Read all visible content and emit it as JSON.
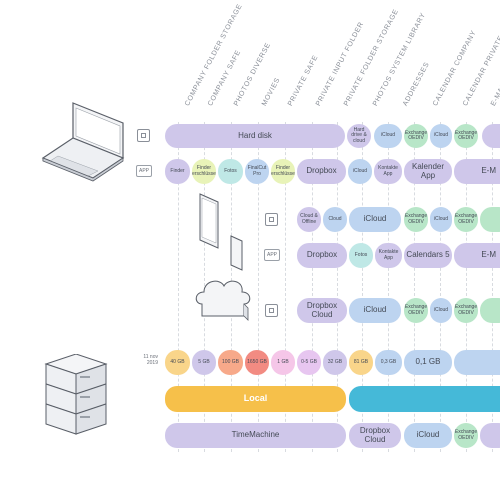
{
  "headers": [
    "COMPANY FOLDER STORAGE",
    "COMPANY SAFE",
    "PHOTOS DIVERSE",
    "MOVIES",
    "PRIVATE SAFE",
    "PRIVATE INPUT FOLDER",
    "PRIVATE FOLDER STORAGE",
    "PHOTOS SYSTEM LIBRARY",
    "ADDRESSES",
    "CALENDAR COMPANY",
    "CALENDAR PRIVATE",
    "E-MAIL bu"
  ],
  "tags": {
    "app": "APP"
  },
  "date": "11 nov\n2019",
  "row_laptop_hw": {
    "hard_disk": "Hard disk",
    "hard_drive_cloud": "Hard drive & cloud",
    "icloud": "iCloud",
    "exchange_oediv_1": "Exchange OEDIV",
    "icloud_2": "iCloud",
    "exchange_oediv_2": "Exchange OEDIV"
  },
  "row_laptop_app": {
    "finder": "Finder",
    "finder_locked": "Finder verschlüsselt",
    "fotos": "Fotos",
    "finalcut": "FinalCut Pro",
    "finder_locked_2": "Finder verschlüsselt",
    "dropbox": "Dropbox",
    "icloud": "iCloud",
    "kontakte": "Kontakte App",
    "kalender": "Kalender App",
    "email": "E-M"
  },
  "row_phone_hw": {
    "cloud_offline": "Cloud & Offline",
    "cloud": "Cloud",
    "icloud": "iCloud",
    "exchange_1": "Exchange OEDIV",
    "icloud_2": "iCloud",
    "exchange_2": "Exchange OEDIV"
  },
  "row_phone_app": {
    "dropbox": "Dropbox",
    "fotos": "Fotos",
    "kontakte": "Kontakte App",
    "calendars": "Calendars 5",
    "email": "E-M"
  },
  "row_cloud": {
    "dropbox_cloud": "Dropbox Cloud",
    "icloud": "iCloud",
    "exchange_1": "Exchange OEDIV",
    "icloud_2": "iCloud",
    "exchange_2": "Exchange OEDIV"
  },
  "row_sizes": {
    "s1": "40 GB",
    "s2": "5 GB",
    "s3": "100 GB",
    "s4": "1650 GB",
    "s5": "1 GB",
    "s6": "0-5 GB",
    "s7": "32 GB",
    "s8": "81 GB",
    "s9": "0,3 GB",
    "s10": "0,1 GB"
  },
  "row_local": {
    "local": "Local"
  },
  "row_backup": {
    "timemachine": "TimeMachine",
    "dropbox_cloud": "Dropbox Cloud",
    "icloud": "iCloud",
    "exchange": "Exchange OEDIV"
  },
  "colors": {
    "purple": "#cfc7ea",
    "blue": "#bdd4f0",
    "green": "#b8e6c8",
    "teal": "#bfe8e6",
    "orange_bar": "#f6c04a",
    "cyan_bar": "#45b9d8",
    "grid": "#d8dbe0"
  },
  "icons": [
    "laptop-icon",
    "tablet-icon",
    "phone-icon",
    "cloud-icon",
    "server-icon",
    "chip-icon"
  ]
}
